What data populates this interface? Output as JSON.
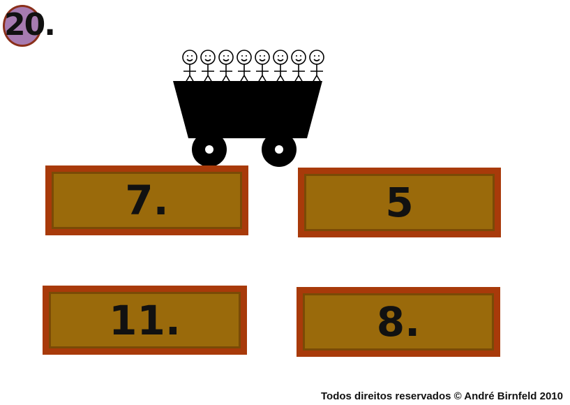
{
  "question": {
    "number_label": "20."
  },
  "cart": {
    "passenger_count": 8
  },
  "answers": [
    {
      "label": "7."
    },
    {
      "label": "5"
    },
    {
      "label": "11."
    },
    {
      "label": "8."
    }
  ],
  "footer": {
    "copyright": "Todos direitos reservados © André Birnfeld  2010"
  },
  "colors": {
    "badge": "#a77bb1",
    "box_fill": "#9a6a0b",
    "box_border": "#a83a0a"
  }
}
